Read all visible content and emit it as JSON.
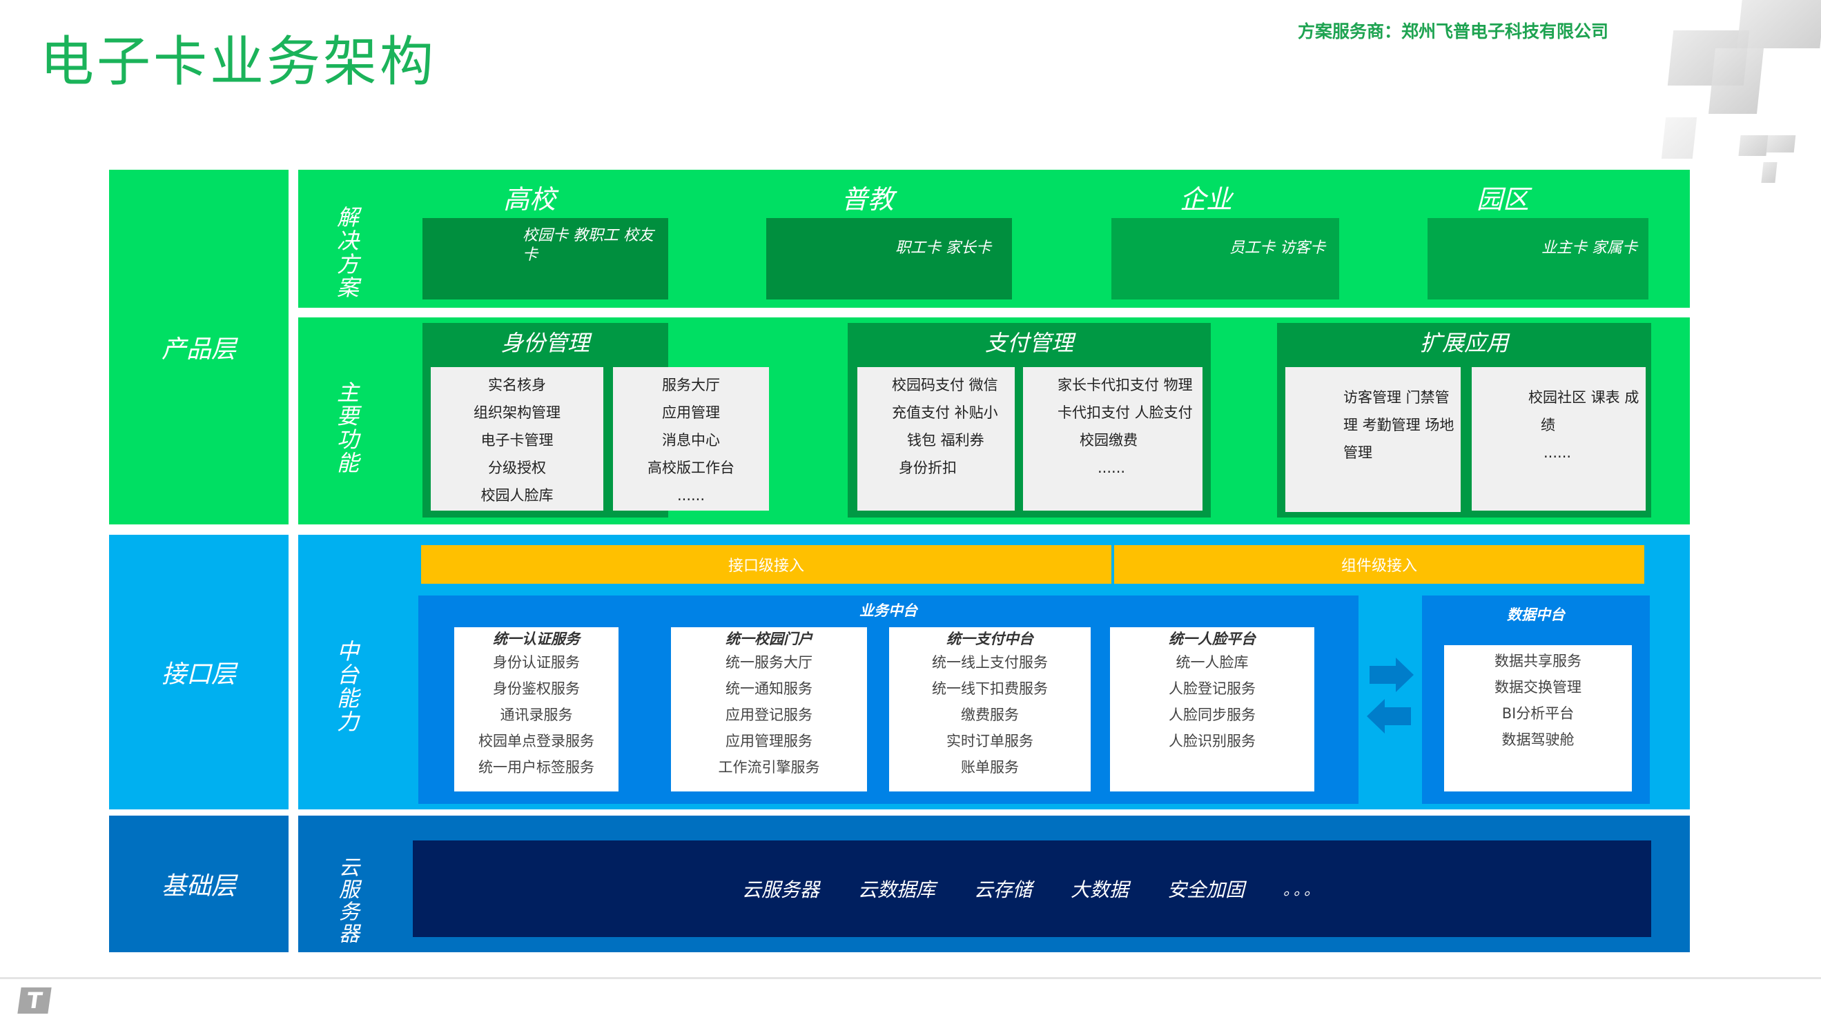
{
  "header": {
    "title": "电子卡业务架构",
    "vendor": "方案服务商：郑州飞普电子科技有限公司"
  },
  "layers": {
    "product": {
      "label": "产品层",
      "solutions": {
        "label": "解决方案",
        "categories": [
          {
            "title": "高校",
            "cards": "校园卡 教职工 校友卡"
          },
          {
            "title": "普教",
            "cards": "职工卡 家长卡"
          },
          {
            "title": "企业",
            "cards": "员工卡 访客卡"
          },
          {
            "title": "园区",
            "cards": "业主卡 家属卡"
          }
        ]
      },
      "functions": {
        "label": "主要功能",
        "groups": [
          {
            "title": "身份管理",
            "columns": [
              [
                "实名核身",
                "组织架构管理",
                "电子卡管理",
                "分级授权",
                "校园人脸库"
              ],
              [
                "服务大厅",
                "应用管理",
                "消息中心",
                "高校版工作台",
                "......"
              ]
            ]
          },
          {
            "title": "支付管理",
            "columns": [
              [
                "校园码支付 微信",
                "充值支付 补贴小",
                "钱包 福利券",
                "身份折扣"
              ],
              [
                "家长卡代扣支付 物理",
                "卡代扣支付 人脸支付",
                "校园缴费",
                "......"
              ]
            ]
          },
          {
            "title": "扩展应用",
            "columns": [
              [
                "访客管理 门禁管",
                "理 考勤管理 场地",
                "管理"
              ],
              [
                "校园社区 课表 成",
                "绩",
                "......"
              ]
            ]
          }
        ]
      }
    },
    "interface": {
      "label": "接口层",
      "middle": {
        "label": "中台能力",
        "access_bars": [
          "接口级接入",
          "组件级接入"
        ],
        "business_platform": {
          "title": "业务中台",
          "services": [
            {
              "title": "统一认证服务",
              "items": [
                "身份认证服务",
                "身份鉴权服务",
                "通讯录服务",
                "校园单点登录服务",
                "统一用户标签服务"
              ]
            },
            {
              "title": "统一校园门户",
              "items": [
                "统一服务大厅",
                "统一通知服务",
                "应用登记服务",
                "应用管理服务",
                "工作流引擎服务"
              ]
            },
            {
              "title": "统一支付中台",
              "items": [
                "统一线上支付服务",
                "统一线下扣费服务",
                "缴费服务",
                "实时订单服务",
                "账单服务"
              ]
            },
            {
              "title": "统一人脸平台",
              "items": [
                "统一人脸库",
                "人脸登记服务",
                "人脸同步服务",
                "人脸识别服务"
              ]
            }
          ]
        },
        "data_platform": {
          "title": "数据中台",
          "items": [
            "数据共享服务",
            "数据交换管理",
            "BI分析平台",
            "数据驾驶舱"
          ]
        },
        "arrows": [
          "arrow-right-icon",
          "arrow-left-icon"
        ]
      }
    },
    "infrastructure": {
      "label": "基础层",
      "cloud": {
        "label": "云服务器",
        "items": [
          "云服务器",
          "云数据库",
          "云存储",
          "大数据",
          "安全加固",
          "。。。"
        ]
      }
    }
  },
  "footer": {
    "logo_glyph": "T"
  },
  "colors": {
    "title_green": "#1bb35a",
    "product_green": "#00df63",
    "dark_green": "#009944",
    "interface_blue": "#00b0f0",
    "middle_blue": "#0082e6",
    "infra_blue": "#0070c0",
    "cloud_navy": "#001f5f",
    "access_yellow": "#ffc000"
  }
}
